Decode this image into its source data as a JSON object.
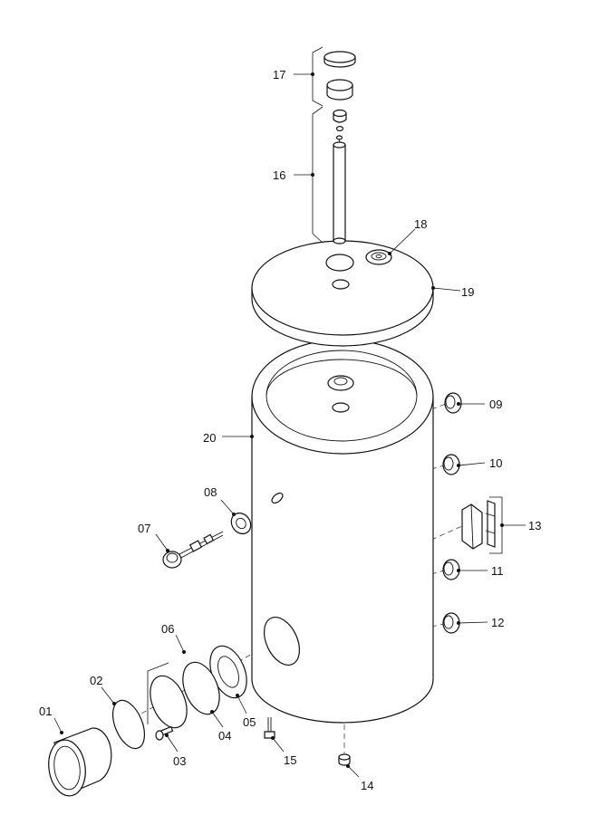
{
  "labels": {
    "p01": "01",
    "p02": "02",
    "p03": "03",
    "p04": "04",
    "p05": "05",
    "p06": "06",
    "p07": "07",
    "p08": "08",
    "p09": "09",
    "p10": "10",
    "p11": "11",
    "p12": "12",
    "p13": "13",
    "p14": "14",
    "p15": "15",
    "p16": "16",
    "p17": "17",
    "p18": "18",
    "p19": "19",
    "p20": "20"
  }
}
